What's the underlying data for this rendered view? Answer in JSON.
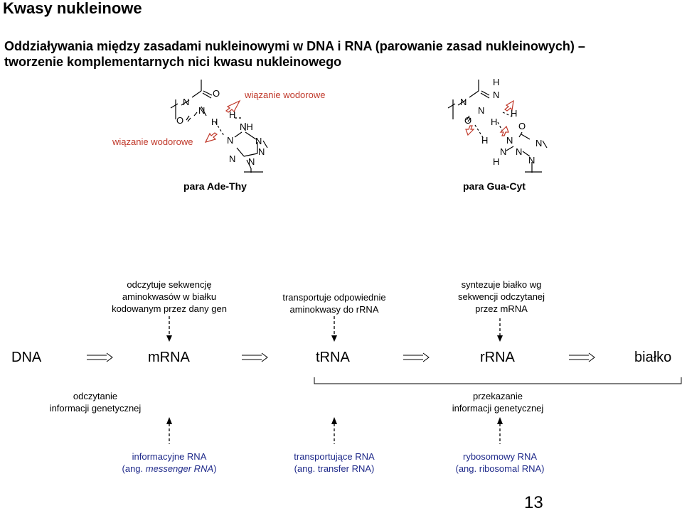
{
  "header": {
    "title": "Kwasy nukleinowe",
    "subtitle_line1": "Oddziaływania  między zasadami nukleinowymi w DNA i RNA (parowanie zasad nukleinowych) –",
    "subtitle_line2": "tworzenie komplementarnych nici kwasu nukleinowego"
  },
  "pairs": {
    "hbond_label_top": "wiązanie wodorowe",
    "hbond_label_left": "wiązanie wodorowe",
    "ade_thy_label": "para Ade-Thy",
    "gua_cyt_label": "para Gua-Cyt"
  },
  "atoms": {
    "N": "N",
    "O": "O",
    "H": "H",
    "NH": "NH"
  },
  "flow": {
    "nodes": [
      "DNA",
      "mRNA",
      "tRNA",
      "rRNA",
      "białko"
    ],
    "top_descriptions": [
      [
        "odczytuje sekwencję",
        "aminokwasów w białku",
        "kodowanym przez dany gen"
      ],
      [
        "transportuje odpowiednie",
        "aminokwasy do rRNA"
      ],
      [
        "syntezuje białko wg",
        "sekwencji odczytanej",
        "przez mRNA"
      ]
    ],
    "middle_left": [
      "odczytanie",
      "informacji genetycznej"
    ],
    "middle_right": [
      "przekazanie",
      "informacji genetycznej"
    ],
    "bottom": {
      "mrna_line1": "informacyjne RNA",
      "mrna_line2_prefix": "(ang. ",
      "mrna_line2_italic": "messenger RNA",
      "mrna_line2_suffix": ")",
      "trna_line1": "transportujące RNA",
      "trna_line2": "(ang. transfer RNA)",
      "rrna_line1": "rybosomowy RNA",
      "rrna_line2": "(ang. ribosomal RNA)"
    }
  },
  "page_number": "13",
  "colors": {
    "accent_red": "#c0392b",
    "blue_text": "#1f2a8a",
    "red_text": "#b03020"
  }
}
